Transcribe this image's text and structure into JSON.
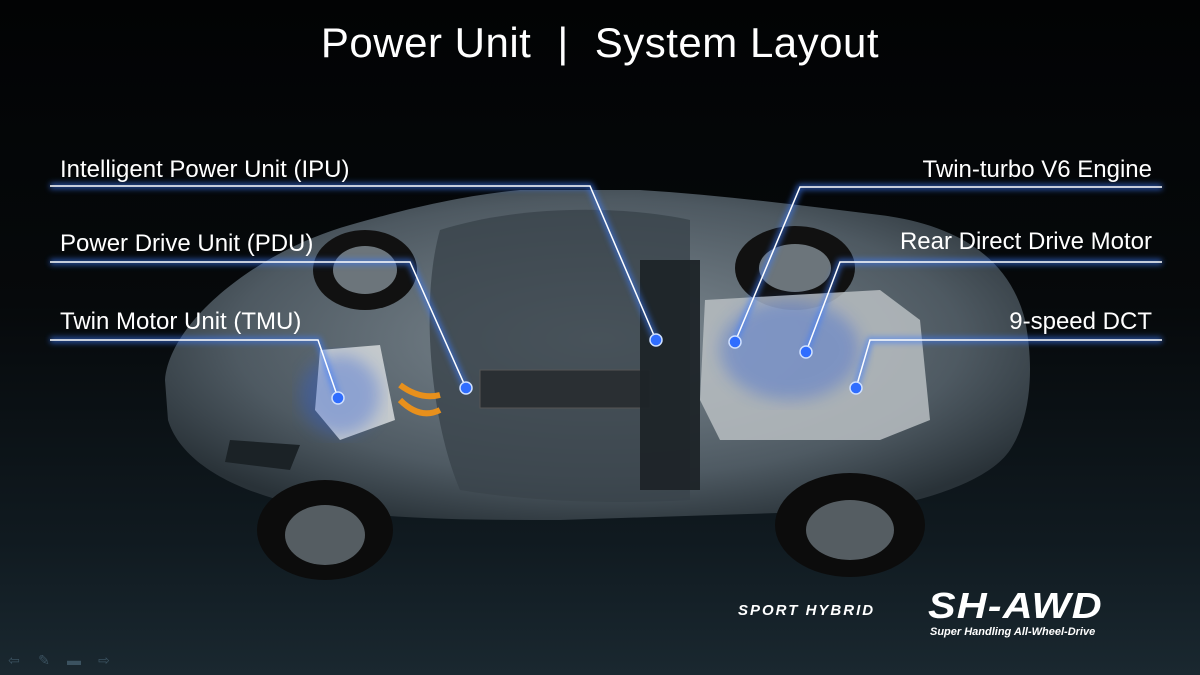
{
  "slide": {
    "title_left": "Power Unit",
    "title_separator": "|",
    "title_right": "System Layout"
  },
  "callouts": {
    "ipu": "Intelligent Power Unit (IPU)",
    "pdu": "Power Drive Unit (PDU)",
    "tmu": "Twin Motor Unit (TMU)",
    "engine": "Twin-turbo V6 Engine",
    "rear_motor": "Rear Direct Drive Motor",
    "dct": "9-speed DCT"
  },
  "logo": {
    "sport_hybrid": "SPORT HYBRID",
    "sh_awd": "SH-AWD",
    "subtitle": "Super Handling All-Wheel-Drive"
  },
  "nav_icons": [
    "previous-arrow-icon",
    "pen-icon",
    "menu-icon",
    "next-arrow-icon"
  ],
  "colors": {
    "accent_line": "#3a7bff",
    "glow": "#2a5bd8"
  }
}
